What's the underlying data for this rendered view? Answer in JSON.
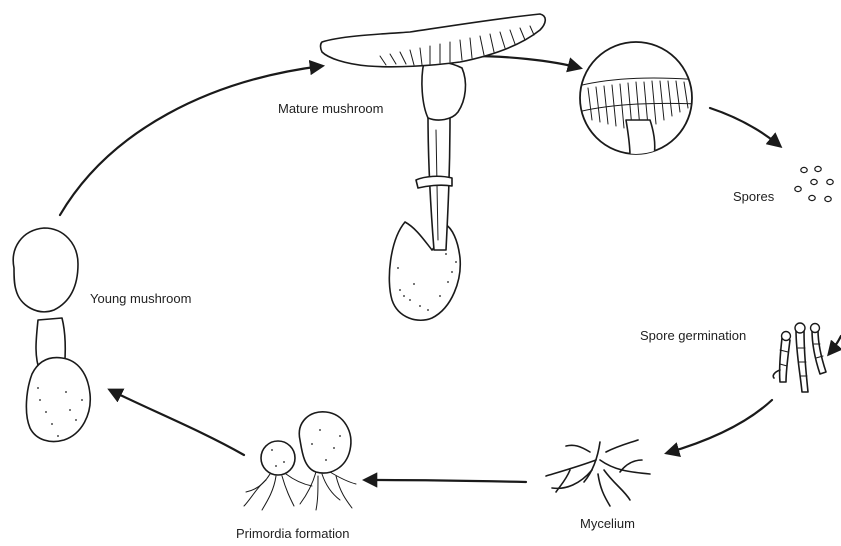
{
  "diagram": {
    "labels": {
      "mature": "Mature mushroom",
      "spores": "Spores",
      "germination": "Spore germination",
      "mycelium": "Mycelium",
      "primordia": "Primordia formation",
      "young": "Young mushroom"
    }
  }
}
